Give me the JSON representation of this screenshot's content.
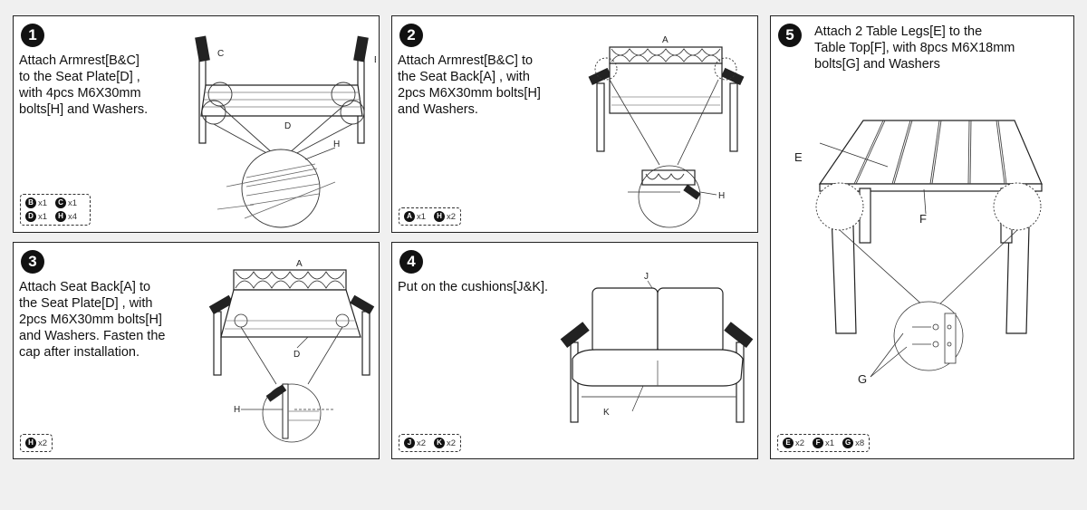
{
  "steps": [
    {
      "number": "1",
      "text": [
        "Attach Armrest[B&C]",
        "to the Seat Plate[D] ,",
        "with 4pcs M6X30mm",
        "bolts[H] and Washers."
      ],
      "labels": [
        "C",
        "B",
        "D",
        "H"
      ],
      "parts": [
        {
          "badge": "B",
          "qty": "x1"
        },
        {
          "badge": "C",
          "qty": "x1"
        },
        {
          "badge": "D",
          "qty": "x1"
        },
        {
          "badge": "H",
          "qty": "x4"
        }
      ]
    },
    {
      "number": "2",
      "text": [
        "Attach Armrest[B&C] to",
        "the Seat Back[A] , with",
        "2pcs M6X30mm bolts[H]",
        "and Washers."
      ],
      "labels": [
        "A",
        "H"
      ],
      "parts": [
        {
          "badge": "A",
          "qty": "x1"
        },
        {
          "badge": "H",
          "qty": "x2"
        }
      ]
    },
    {
      "number": "3",
      "text": [
        "Attach Seat Back[A] to",
        "the Seat Plate[D] , with",
        "2pcs M6X30mm bolts[H]",
        "and Washers. Fasten the",
        "cap after installation."
      ],
      "labels": [
        "A",
        "D",
        "H"
      ],
      "parts": [
        {
          "badge": "H",
          "qty": "x2"
        }
      ]
    },
    {
      "number": "4",
      "text": [
        "Put on the cushions[J&K]."
      ],
      "labels": [
        "J",
        "K"
      ],
      "parts": [
        {
          "badge": "J",
          "qty": "x2"
        },
        {
          "badge": "K",
          "qty": "x2"
        }
      ]
    },
    {
      "number": "5",
      "text": [
        "Attach 2 Table Legs[E] to the",
        "Table Top[F], with 8pcs M6X18mm",
        "bolts[G] and Washers"
      ],
      "labels": [
        "E",
        "F",
        "G"
      ],
      "parts": [
        {
          "badge": "E",
          "qty": "x2"
        },
        {
          "badge": "F",
          "qty": "x1"
        },
        {
          "badge": "G",
          "qty": "x8"
        }
      ]
    }
  ]
}
